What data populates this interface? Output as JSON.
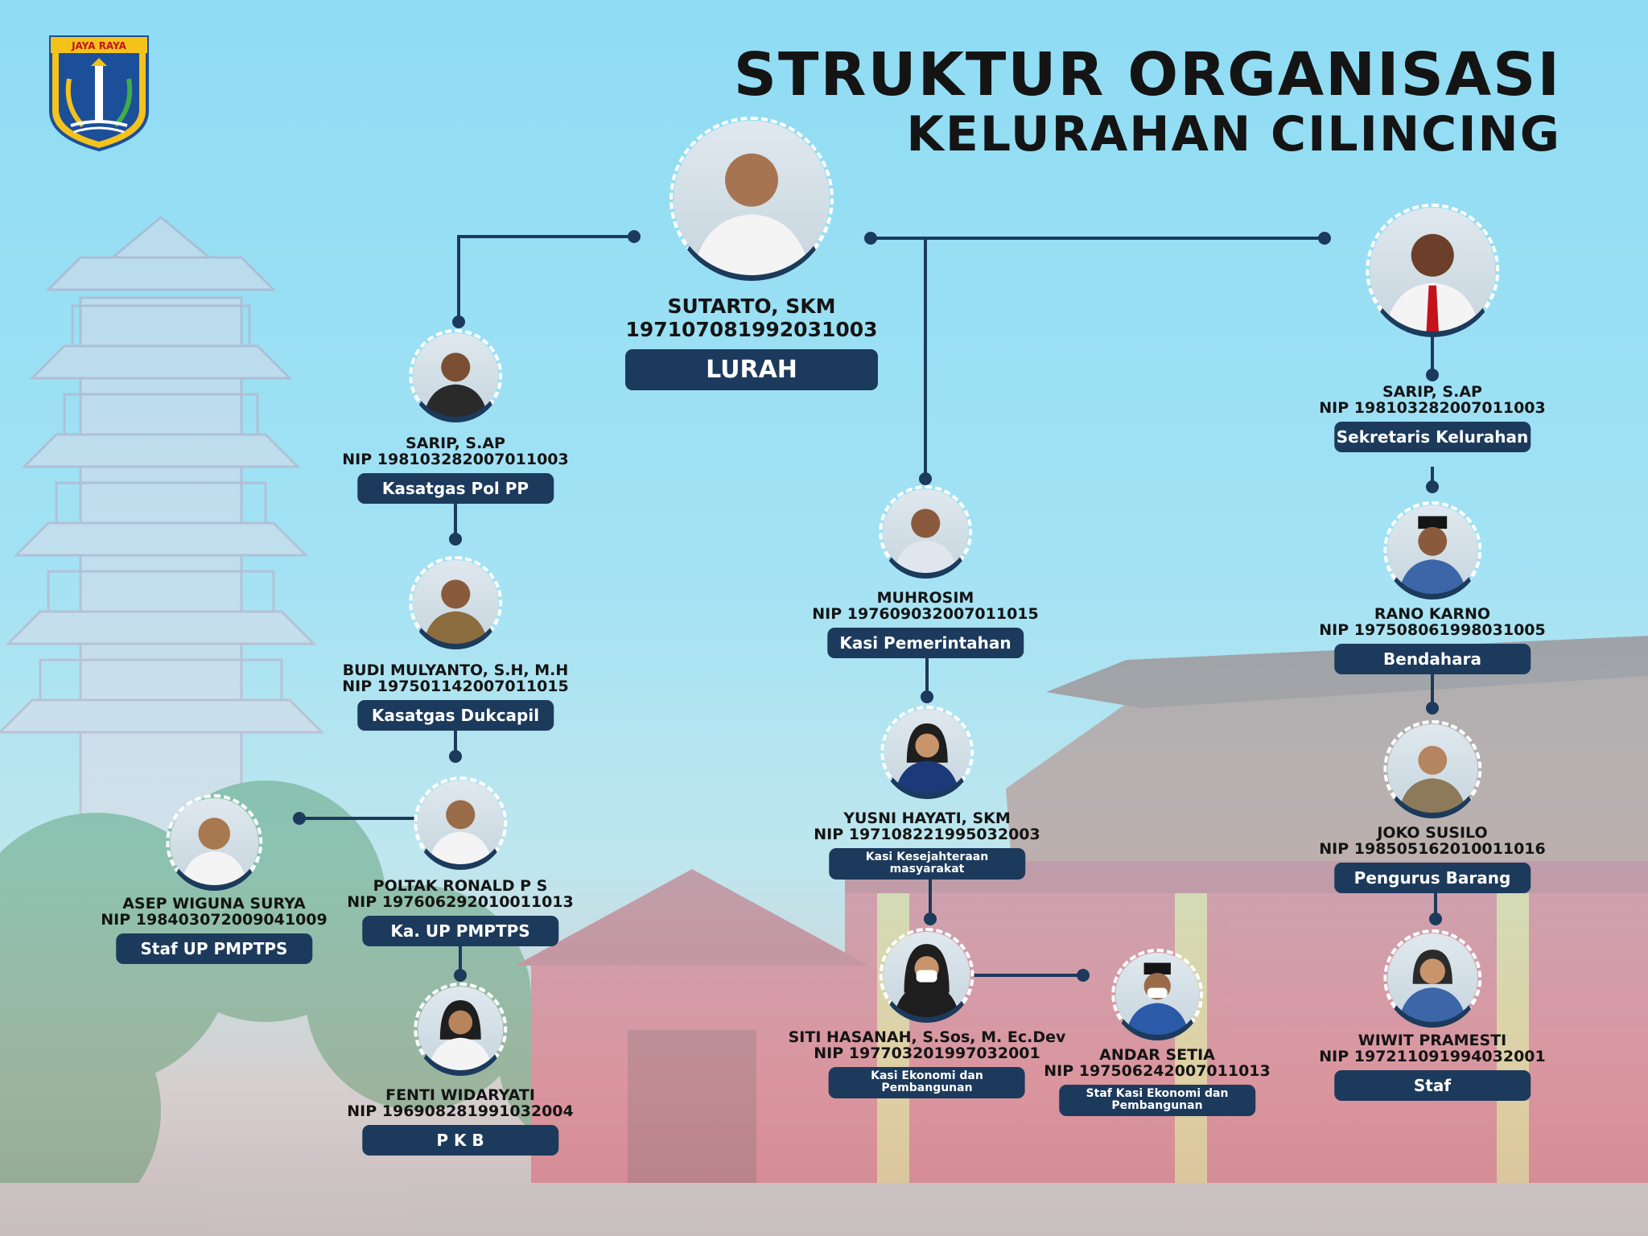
{
  "header": {
    "title_line1": "STRUKTUR ORGANISASI",
    "title_line2": "KELURAHAN CILINCING"
  },
  "logo": {
    "text": "JAYA RAYA",
    "name": "dki-jakarta-emblem"
  },
  "colors": {
    "navy": "#1c3a5c",
    "sky": "#8fdcf4",
    "text": "#141414"
  },
  "people": {
    "lurah": {
      "name": "SUTARTO, SKM",
      "nip": "197107081992031003",
      "role": "LURAH"
    },
    "sekretaris": {
      "name": "SARIP, S.AP",
      "nip": "NIP 198103282007011003",
      "role": "Sekretaris Kelurahan"
    },
    "bendahara": {
      "name": "RANO KARNO",
      "nip": "NIP 197508061998031005",
      "role": "Bendahara"
    },
    "pengurus_barang": {
      "name": "JOKO SUSILO",
      "nip": "NIP 198505162010011016",
      "role": "Pengurus Barang"
    },
    "staf": {
      "name": "WIWIT PRAMESTI",
      "nip": "NIP 197211091994032001",
      "role": "Staf"
    },
    "kasatgas_polpp": {
      "name": "SARIP, S.AP",
      "nip": "NIP 198103282007011003",
      "role": "Kasatgas Pol PP"
    },
    "kasatgas_dukcapil": {
      "name": "BUDI MULYANTO, S.H, M.H",
      "nip": "NIP 197501142007011015",
      "role": "Kasatgas Dukcapil"
    },
    "ka_up_pmptps": {
      "name": "POLTAK RONALD P S",
      "nip": "NIP 197606292010011013",
      "role": "Ka. UP PMPTPS"
    },
    "staf_up_pmptps": {
      "name": "ASEP WIGUNA SURYA",
      "nip": "NIP 198403072009041009",
      "role": "Staf UP PMPTPS"
    },
    "pkb": {
      "name": "FENTI WIDARYATI",
      "nip": "NIP 196908281991032004",
      "role": "P K B"
    },
    "kasi_pemerintahan": {
      "name": "MUHROSIM",
      "nip": "NIP 197609032007011015",
      "role": "Kasi Pemerintahan"
    },
    "kasi_kesra": {
      "name": "YUSNI HAYATI, SKM",
      "nip": "NIP 197108221995032003",
      "role": "Kasi Kesejahteraan masyarakat"
    },
    "kasi_ekbang": {
      "name": "SITI HASANAH, S.Sos, M. Ec.Dev",
      "nip": "NIP 197703201997032001",
      "role": "Kasi Ekonomi dan Pembangunan"
    },
    "staf_ekbang": {
      "name": "ANDAR SETIA",
      "nip": "NIP 197506242007011013",
      "role": "Staf Kasi Ekonomi dan Pembangunan"
    }
  }
}
